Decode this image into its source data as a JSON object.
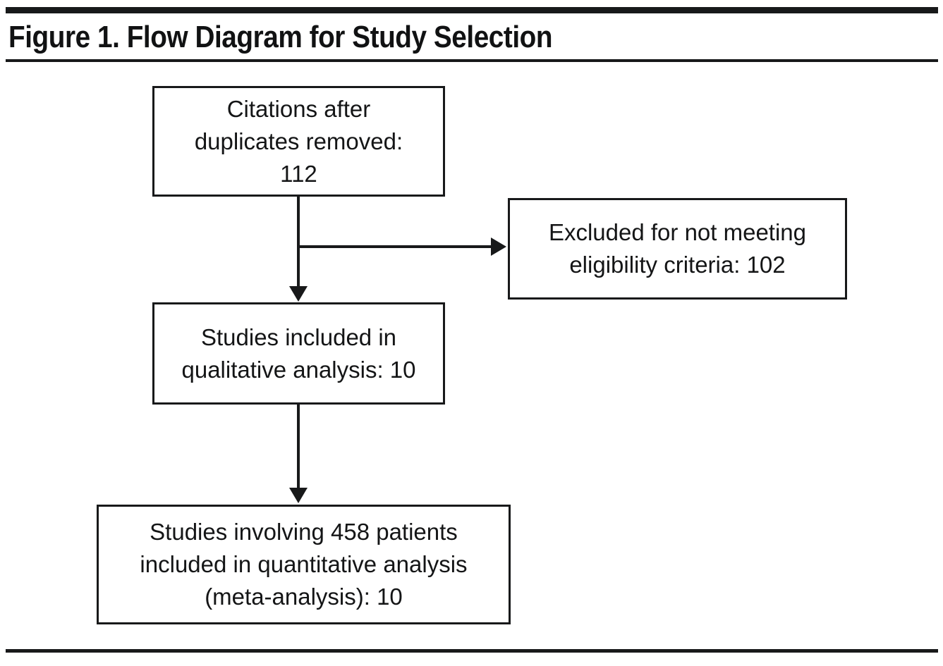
{
  "figure": {
    "title": "Figure 1. Flow Diagram for Study Selection",
    "rule_color": "#18191a",
    "background": "#ffffff",
    "text_color": "#141516"
  },
  "diagram": {
    "type": "prisma-flow-diagram",
    "nodes": [
      {
        "id": "citations",
        "label": "Citations after\nduplicates removed:\n112",
        "count": 112
      },
      {
        "id": "excluded",
        "label": "Excluded for not meeting\neligibility criteria: 102",
        "count": 102
      },
      {
        "id": "qualitative",
        "label": "Studies included in\nqualitative analysis: 10",
        "count": 10
      },
      {
        "id": "quantitative",
        "label": "Studies involving 458 patients\nincluded in quantitative analysis\n(meta-analysis): 10",
        "count": 10,
        "patients": 458
      }
    ],
    "edges": [
      {
        "from": "citations",
        "to": "qualitative",
        "direction": "down"
      },
      {
        "from": "citations",
        "to": "excluded",
        "direction": "right"
      },
      {
        "from": "qualitative",
        "to": "quantitative",
        "direction": "down"
      }
    ]
  }
}
